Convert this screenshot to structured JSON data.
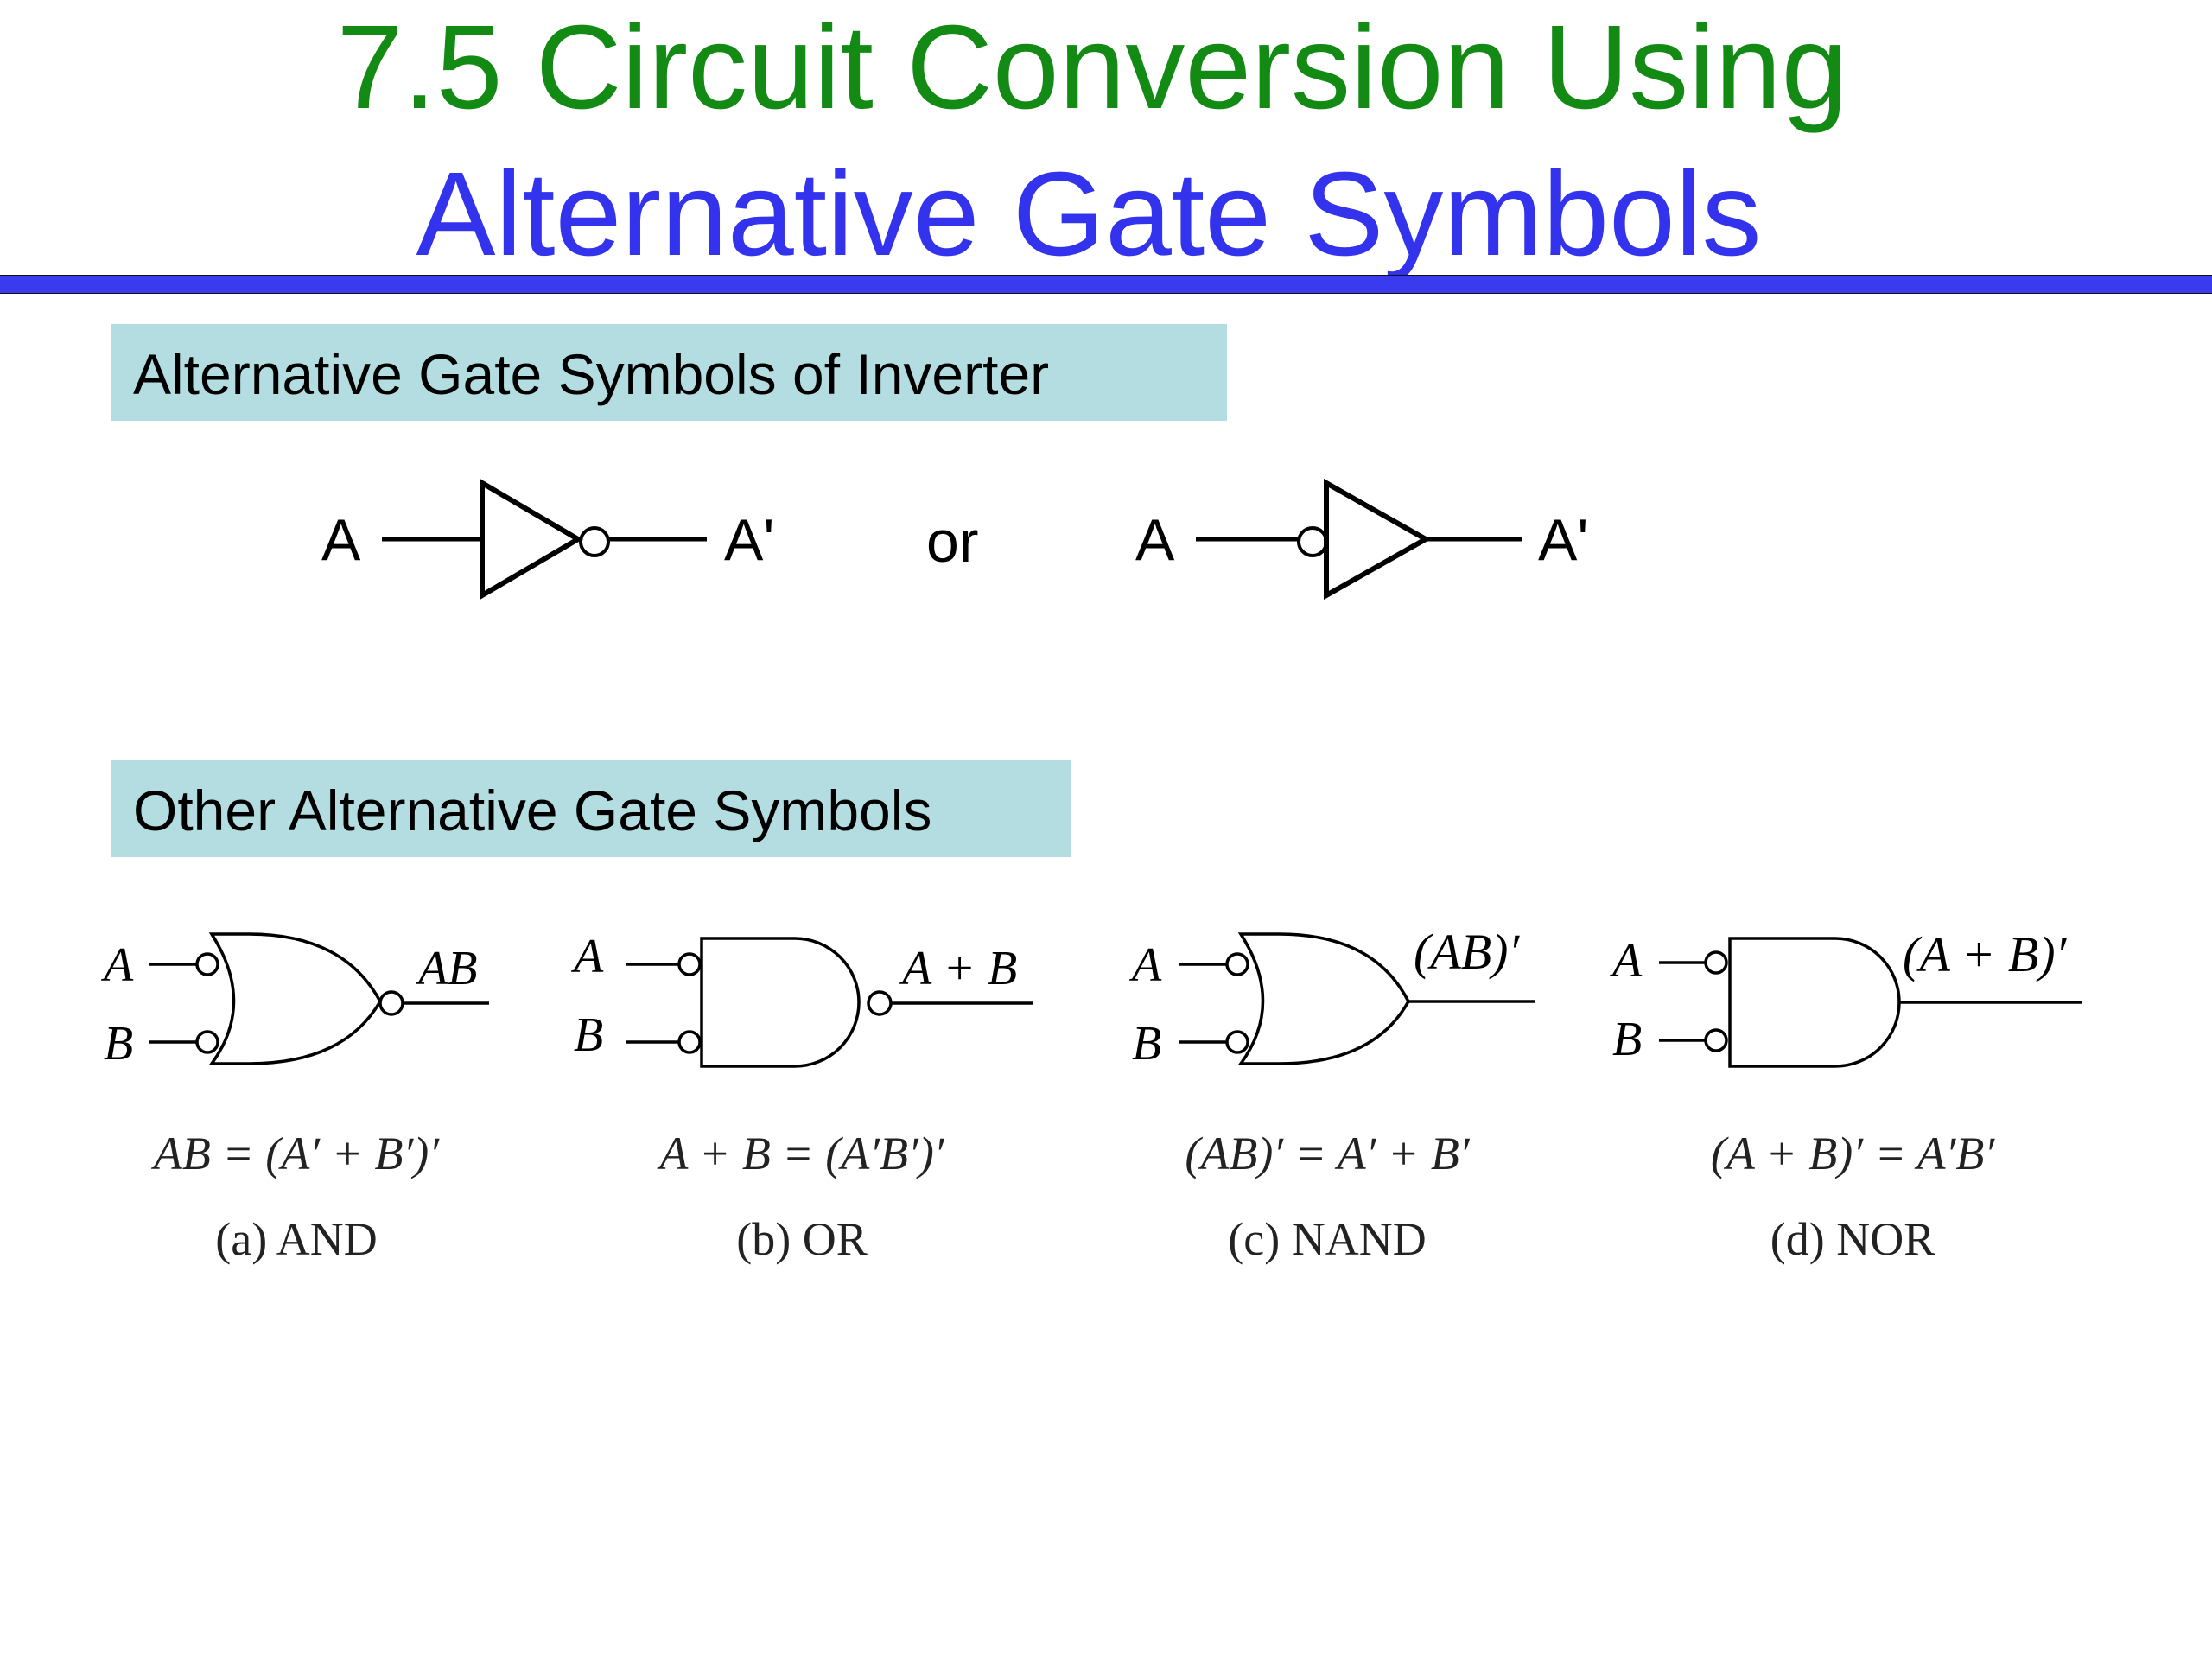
{
  "title": {
    "line1": "7.5  Circuit Conversion Using",
    "line2": "Alternative Gate Symbols"
  },
  "colors": {
    "title_line1": "#138a13",
    "title_line2": "#3333ee",
    "rule": "#3a3aee",
    "section_box": "#b3dde0"
  },
  "sections": {
    "inverter": {
      "heading": "Alternative Gate Symbols of Inverter",
      "input_label": "A",
      "output_label": "A'",
      "or_text": "or"
    },
    "others": {
      "heading": "Other Alternative Gate Symbols",
      "gates": [
        {
          "in_a": "A",
          "in_b": "B",
          "output": "AB",
          "equation": "AB = (A′ + B′)′",
          "caption": "(a) AND"
        },
        {
          "in_a": "A",
          "in_b": "B",
          "output": "A + B",
          "equation": "A + B = (A′B′)′",
          "caption": "(b) OR"
        },
        {
          "in_a": "A",
          "in_b": "B",
          "output": "(AB)′",
          "equation": "(AB)′ = A′ + B′",
          "caption": "(c) NAND"
        },
        {
          "in_a": "A",
          "in_b": "B",
          "output": "(A + B)′",
          "equation": "(A + B)′ = A′B′",
          "caption": "(d) NOR"
        }
      ]
    }
  }
}
